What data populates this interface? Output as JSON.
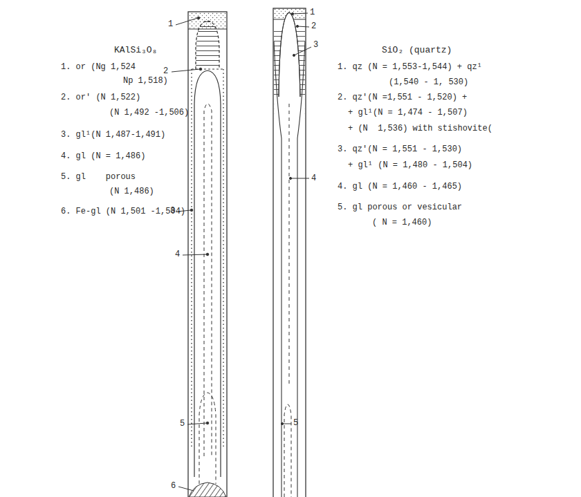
{
  "diagram": {
    "labels": [
      "KAlSi₃O₈",
      "1. or (Ng 1,524",
      "Np 1,518)",
      "2. or' (N 1,522)",
      "(N 1,492 -1,506)",
      "3. gl¹(N 1,487-1,491)",
      "4. gl (N = 1,486)",
      "5. gl    porous",
      "(N 1,486)",
      "6. Fe-gl (N 1,501 -1,504)",
      "1",
      "2",
      "3",
      "4",
      "5",
      "6",
      "1",
      "2",
      "3",
      "4",
      "5",
      "SiO₂ (quartz)",
      "1. qz (N = 1,553-1,544) + qz¹",
      "(1,540 - 1, 530)",
      "2. qz'(N =1,551 - 1,520) +",
      "+ gl¹(N = 1,474 - 1,507)",
      "+ (N  1,536) with stishovite(",
      "3. qz'(N = 1,551 - 1,530)",
      "+ gl¹ (N = 1,480 - 1,504)",
      "4. gl (N = 1,460 - 1,465)",
      "5. gl porous or vesicular",
      "( N = 1,460)"
    ]
  }
}
